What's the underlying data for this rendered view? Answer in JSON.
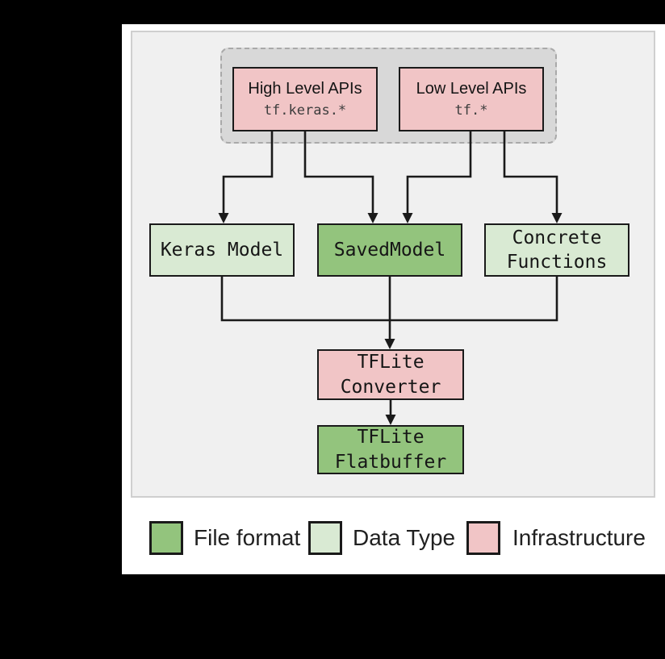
{
  "colors": {
    "file_format_green": "#93c47d",
    "data_type_light_green": "#d9ead3",
    "infrastructure_pink": "#f1c5c6",
    "panel_background": "#f0f0f0",
    "api_group_background": "#d8d8d8",
    "connector_line": "#1a1a1a"
  },
  "api_group": {
    "high_level": {
      "title": "High Level APIs",
      "subtitle": "tf.keras.*"
    },
    "low_level": {
      "title": "Low Level APIs",
      "subtitle": "tf.*"
    }
  },
  "nodes": {
    "keras_model": {
      "label": "Keras Model"
    },
    "saved_model": {
      "label": "SavedModel"
    },
    "concrete_functions": {
      "line1": "Concrete",
      "line2": "Functions"
    },
    "tflite_converter": {
      "line1": "TFLite",
      "line2": "Converter"
    },
    "tflite_flatbuffer": {
      "line1": "TFLite",
      "line2": "Flatbuffer"
    }
  },
  "legend": {
    "items": [
      {
        "label": "File format",
        "color": "#93c47d"
      },
      {
        "label": "Data Type",
        "color": "#d9ead3"
      },
      {
        "label": "Infrastructure",
        "color": "#f1c5c6"
      }
    ]
  }
}
